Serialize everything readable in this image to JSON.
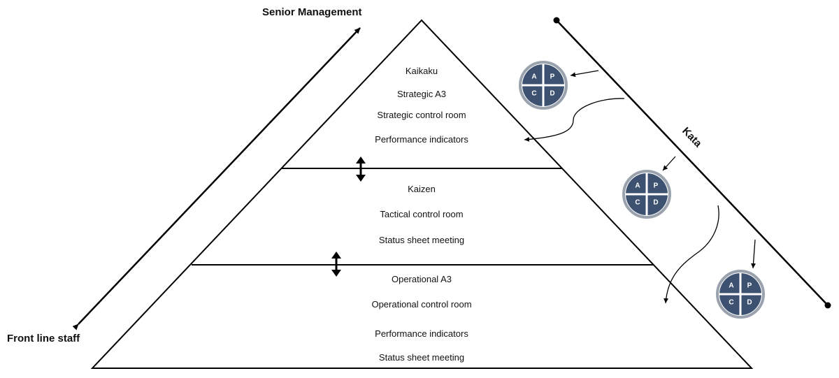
{
  "axis": {
    "top_label": "Senior Management",
    "bottom_label": "Front line staff"
  },
  "kata": {
    "label": "Kata"
  },
  "levels": {
    "strategic": [
      "Kaikaku",
      "Strategic A3",
      "Strategic control room",
      "Performance indicators"
    ],
    "tactical": [
      "Kaizen",
      "Tactical control room",
      "Status sheet meeting"
    ],
    "operational": [
      "Operational A3",
      "Operational control room",
      "Performance indicators",
      "Status sheet meeting"
    ]
  },
  "pdca": {
    "letters": [
      "A",
      "P",
      "C",
      "D"
    ],
    "color": "#3d5170",
    "ring_color": "#9aa3ad"
  }
}
